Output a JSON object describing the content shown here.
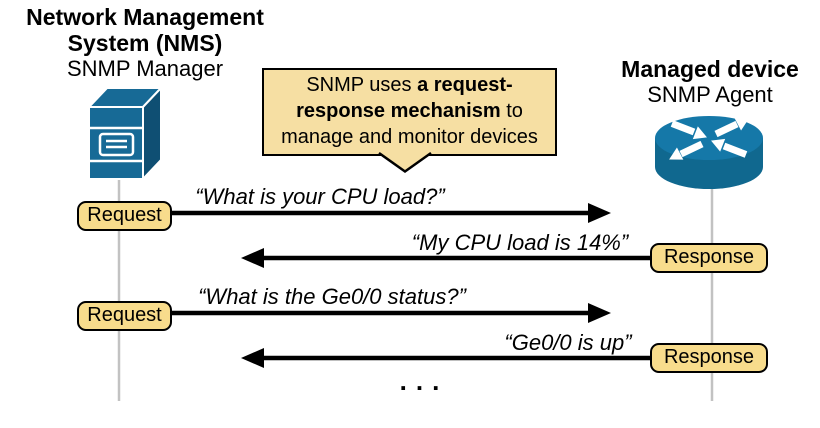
{
  "nms": {
    "title_line1": "Network Management",
    "title_line2": "System (NMS)",
    "subtitle": "SNMP Manager"
  },
  "device": {
    "title": "Managed device",
    "subtitle": "SNMP Agent"
  },
  "callout": {
    "before": "SNMP uses ",
    "bold": "a request-response mechanism",
    "after": " to manage and monitor devices"
  },
  "messages": [
    {
      "label": "Request",
      "text": "“What is your CPU load?”",
      "direction": "right"
    },
    {
      "label": "Response",
      "text": "“My CPU load is 14%”",
      "direction": "left"
    },
    {
      "label": "Request",
      "text": "“What is the Ge0/0 status?”",
      "direction": "right"
    },
    {
      "label": "Response",
      "text": "“Ge0/0 is up”",
      "direction": "left"
    }
  ],
  "ellipsis": "...",
  "icons": {
    "manager": "server-icon",
    "device": "router-icon"
  },
  "colors": {
    "note_fill": "#F6DFA3",
    "label_fill": "#F8DC8C",
    "icon_blue": "#176A96",
    "icon_blue_dark": "#0F4F73",
    "router_top": "#1578A8",
    "lifeline_gray": "#C2C2C2",
    "arrow_black": "#000000"
  }
}
